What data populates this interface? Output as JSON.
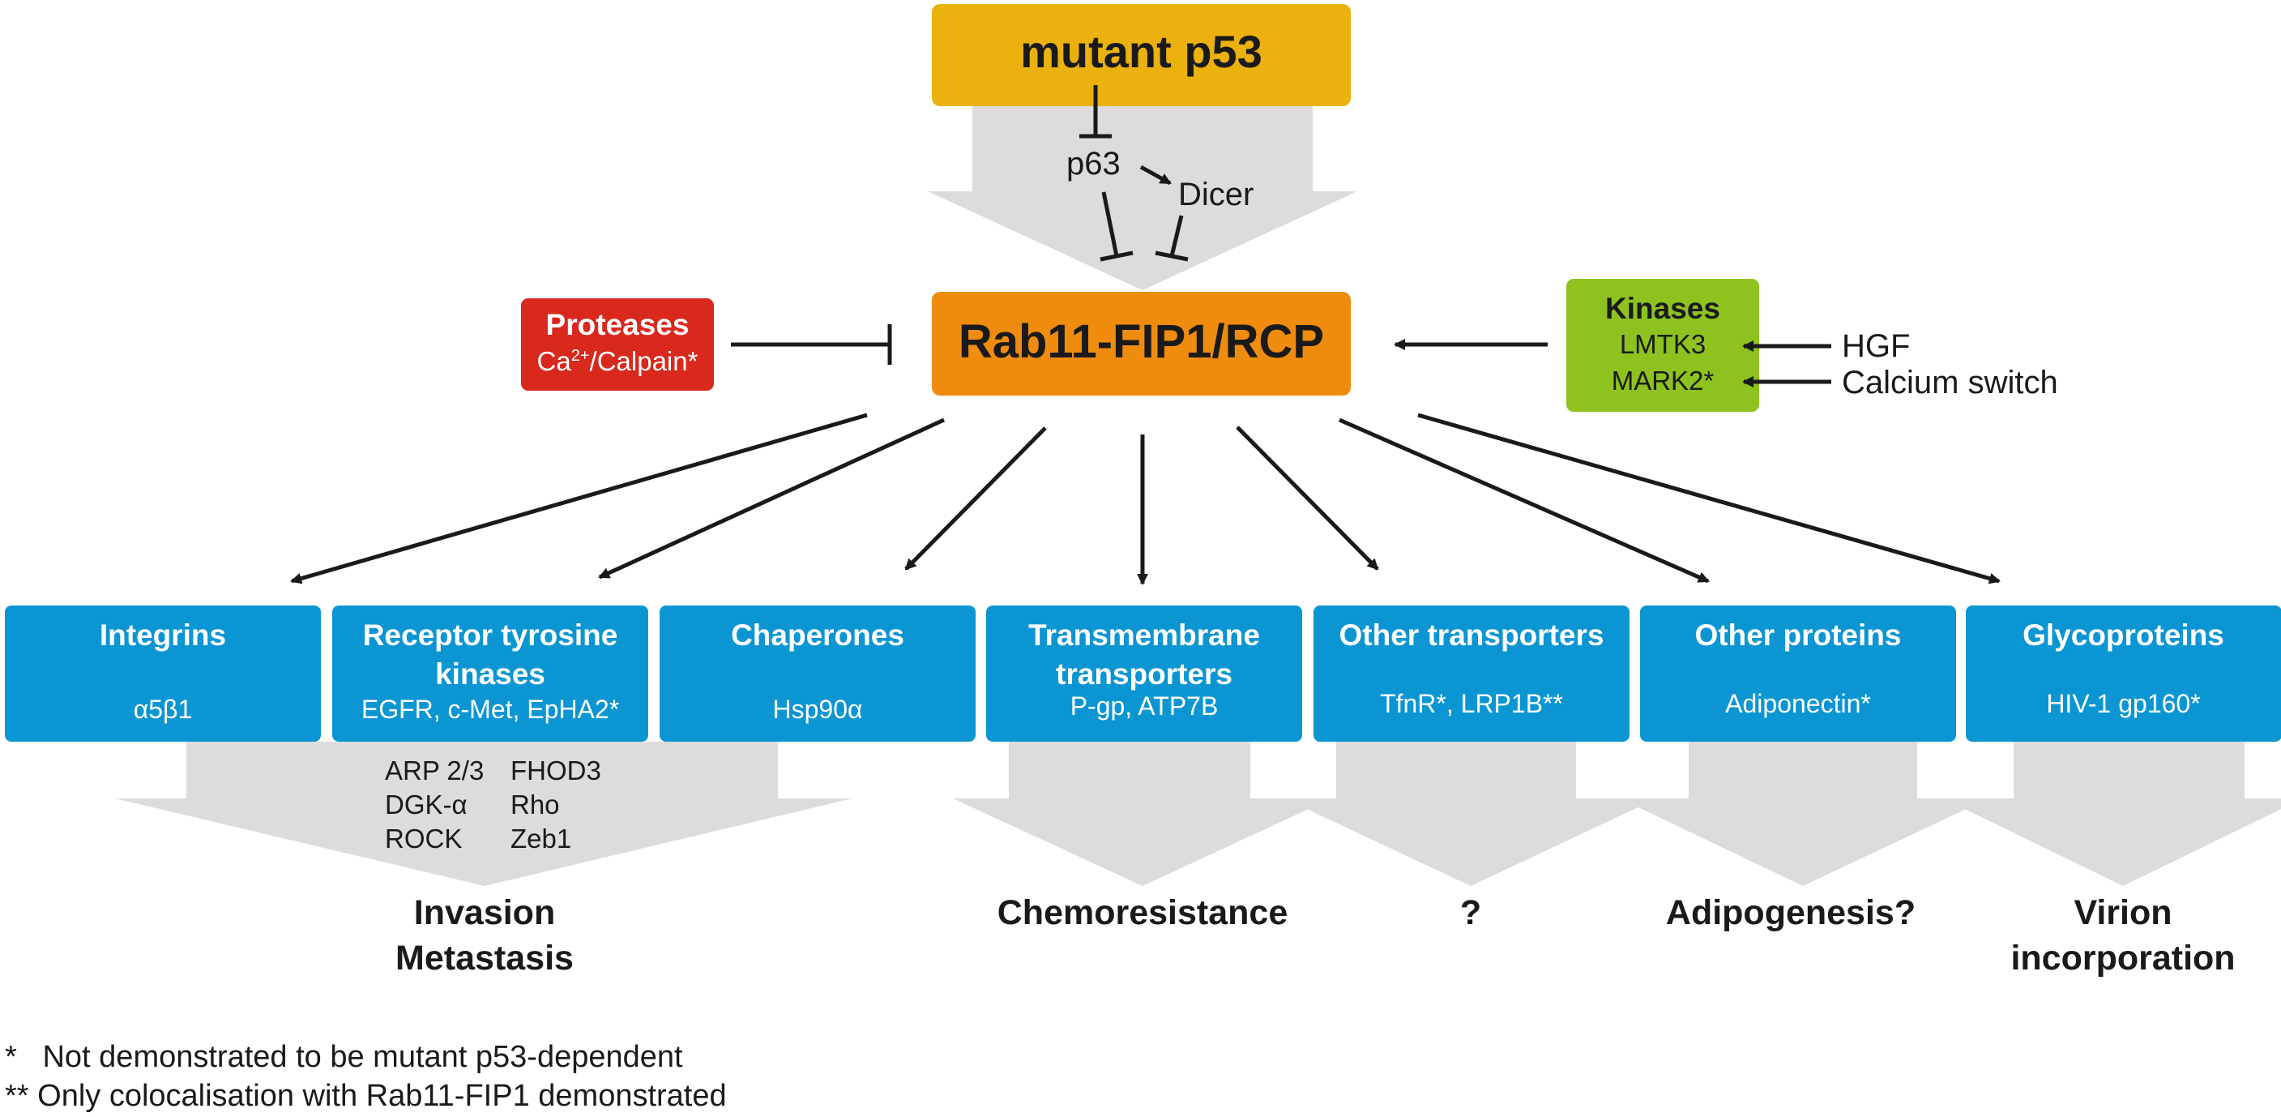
{
  "colors": {
    "mutant_box": "#eab10f",
    "rab_box": "#ef8c0e",
    "protease_box": "#d9281c",
    "kinase_box": "#8dc21f",
    "category_box": "#0b96d3",
    "wide_arrow": "#dcdcdc"
  },
  "top": {
    "mutant_p53": "mutant p53",
    "p63": "p63",
    "dicer": "Dicer"
  },
  "center": {
    "rab": "Rab11-FIP1/RCP"
  },
  "proteases": {
    "title": "Proteases",
    "sub_prefix": "Ca",
    "sub_sup": "2+",
    "sub_suffix": "/Calpain*"
  },
  "kinases": {
    "title": "Kinases",
    "items": [
      "LMTK3",
      "MARK2*"
    ],
    "inputs": [
      "HGF",
      "Calcium switch"
    ]
  },
  "categories": [
    {
      "title_lines": [
        "Integrins"
      ],
      "sub": "α5β1"
    },
    {
      "title_lines": [
        "Receptor tyrosine",
        "kinases"
      ],
      "sub": "EGFR, c-Met, EpHA2*"
    },
    {
      "title_lines": [
        "Chaperones"
      ],
      "sub": "Hsp90α"
    },
    {
      "title_lines": [
        "Transmembrane",
        "transporters"
      ],
      "sub": "P-gp, ATP7B"
    },
    {
      "title_lines": [
        "Other transporters"
      ],
      "sub": "TfnR*, LRP1B**"
    },
    {
      "title_lines": [
        "Other proteins"
      ],
      "sub": "Adiponectin*"
    },
    {
      "title_lines": [
        "Glycoproteins"
      ],
      "sub": "HIV-1 gp160*"
    }
  ],
  "effectors": {
    "left": [
      "ARP 2/3",
      "DGK-α",
      "ROCK"
    ],
    "right": [
      "FHOD3",
      "Rho",
      "Zeb1"
    ]
  },
  "outcomes": [
    [
      "Invasion",
      "Metastasis"
    ],
    [
      "Chemoresistance"
    ],
    [
      "?"
    ],
    [
      "Adipogenesis?"
    ],
    [
      "Virion",
      "incorporation"
    ]
  ],
  "footnotes": [
    {
      "mark": "*",
      "text": "Not demonstrated to be mutant p53-dependent"
    },
    {
      "mark": "**",
      "text": "Only colocalisation with Rab11-FIP1 demonstrated"
    }
  ]
}
